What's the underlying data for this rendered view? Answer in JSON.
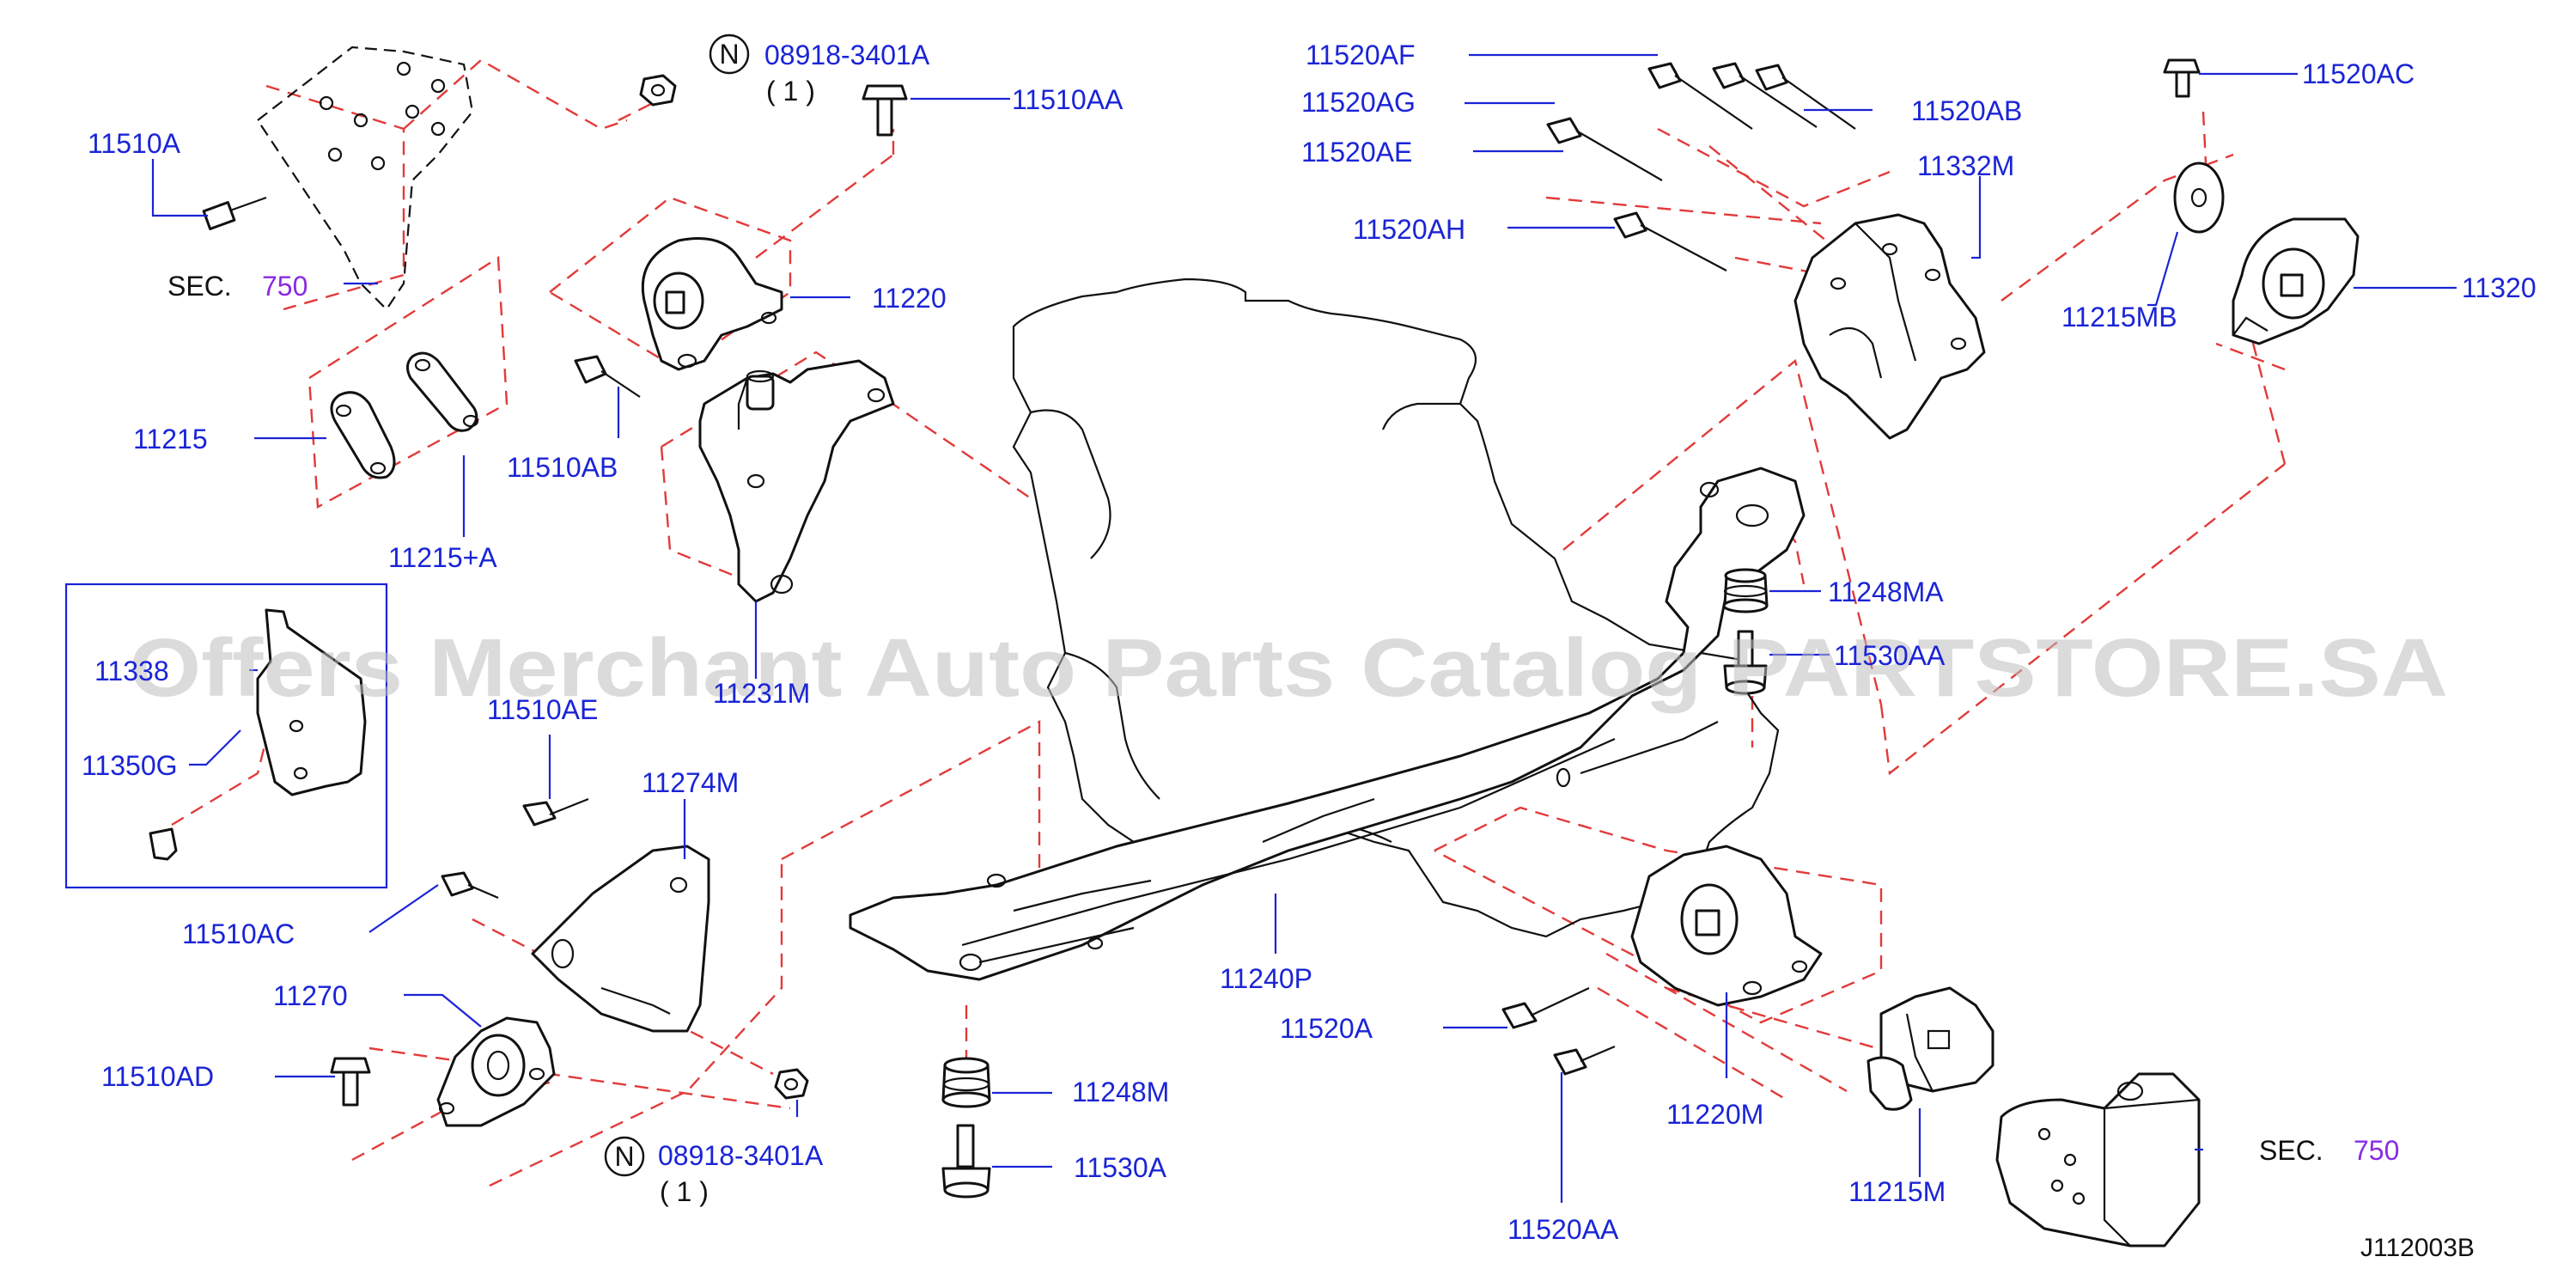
{
  "labels": {
    "p11510A": "11510A",
    "sec_left_prefix": "SEC.",
    "sec_left_num": "750",
    "nut_top_code": "08918-3401A",
    "nut_top_qty": "( 1 )",
    "n_symbol": "N",
    "p11510AA": "11510AA",
    "p11220": "11220",
    "p11215": "11215",
    "p11215A": "11215+A",
    "p11510AB": "11510AB",
    "p11231M": "11231M",
    "p11338": "11338",
    "p11350G": "11350G",
    "p11510AE": "11510AE",
    "p11274M": "11274M",
    "p11510AC": "11510AC",
    "p11270": "11270",
    "p11510AD": "11510AD",
    "nut_bottom_code": "08918-3401A",
    "nut_bottom_qty": "( 1 )",
    "p11248M": "11248M",
    "p11530A": "11530A",
    "p11240P": "11240P",
    "p11520A": "11520A",
    "p11220M": "11220M",
    "p11520AA": "11520AA",
    "p11215M": "11215M",
    "sec_right_prefix": "SEC.",
    "sec_right_num": "750",
    "diagram_ref": "J112003B",
    "p11520AF": "11520AF",
    "p11520AG": "11520AG",
    "p11520AE": "11520AE",
    "p11520AH": "11520AH",
    "p11520AB": "11520AB",
    "p11332M": "11332M",
    "p11520AC": "11520AC",
    "p11215MB": "11215MB",
    "p11320": "11320",
    "p11248MA": "11248MA",
    "p11530AA": "11530AA"
  },
  "watermark": "Offers Merchant Auto Parts Catalog PARTSTORE.SA",
  "colors": {
    "label_blue": "#1a24d6",
    "section_purple": "#8a2be2",
    "dash_red": "#e23a3a",
    "line_black": "#111111"
  }
}
